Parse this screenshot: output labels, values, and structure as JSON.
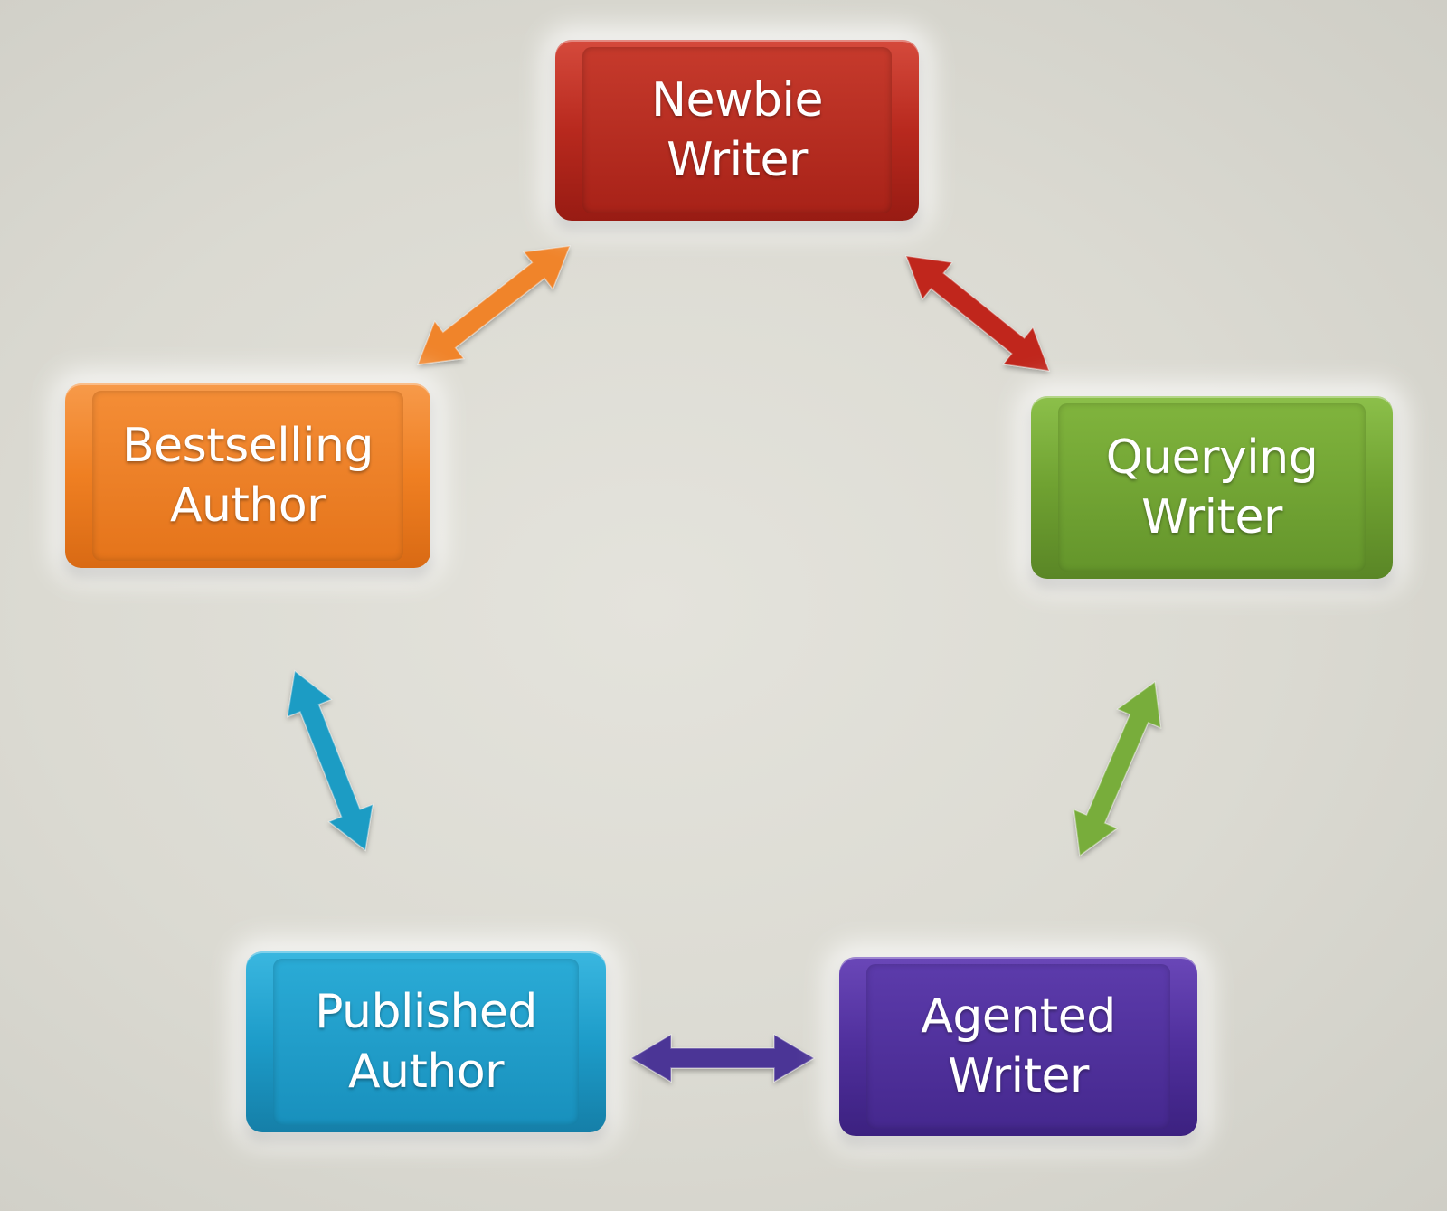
{
  "nodes": {
    "newbie": {
      "label": "Newbie\nWriter",
      "color": "#b8291e"
    },
    "querying": {
      "label": "Querying\nWriter",
      "color": "#6fa131"
    },
    "agented": {
      "label": "Agented\nWriter",
      "color": "#4f2f9c"
    },
    "published": {
      "label": "Published\nAuthor",
      "color": "#1d9cc9"
    },
    "bestselling": {
      "label": "Bestselling\nAuthor",
      "color": "#ef7f22"
    }
  },
  "edges": [
    {
      "from": "Newbie Writer",
      "to": "Querying Writer",
      "direction": "bidirectional",
      "color": "#c0281c"
    },
    {
      "from": "Querying Writer",
      "to": "Agented Writer",
      "direction": "bidirectional",
      "color": "#78ad3a"
    },
    {
      "from": "Agented Writer",
      "to": "Published Author",
      "direction": "bidirectional",
      "color": "#4b3596"
    },
    {
      "from": "Published Author",
      "to": "Bestselling Author",
      "direction": "bidirectional",
      "color": "#1f9cc4"
    },
    {
      "from": "Bestselling Author",
      "to": "Newbie Writer",
      "direction": "bidirectional",
      "color": "#f0842c"
    }
  ]
}
